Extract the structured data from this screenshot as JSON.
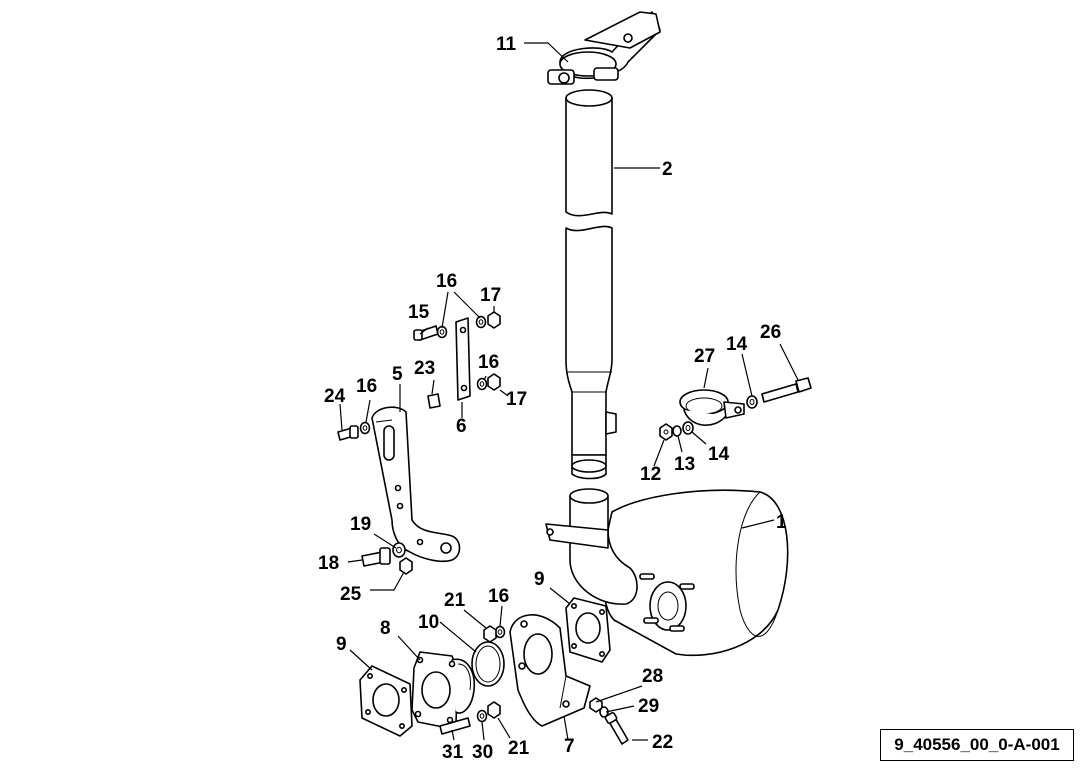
{
  "drawing_code": "9_40556_00_0-A-001",
  "callouts": {
    "c1": "1",
    "c2": "2",
    "c5": "5",
    "c6": "6",
    "c7": "7",
    "c8": "8",
    "c9a": "9",
    "c9b": "9",
    "c10": "10",
    "c11": "11",
    "c12": "12",
    "c13": "13",
    "c14a": "14",
    "c14b": "14",
    "c15": "15",
    "c16a": "16",
    "c16b": "16",
    "c16c": "16",
    "c16d": "16",
    "c17a": "17",
    "c17b": "17",
    "c18": "18",
    "c19": "19",
    "c21a": "21",
    "c21b": "21",
    "c22": "22",
    "c23": "23",
    "c24": "24",
    "c25": "25",
    "c26": "26",
    "c27": "27",
    "c28": "28",
    "c29": "29",
    "c30": "30",
    "c31": "31"
  }
}
